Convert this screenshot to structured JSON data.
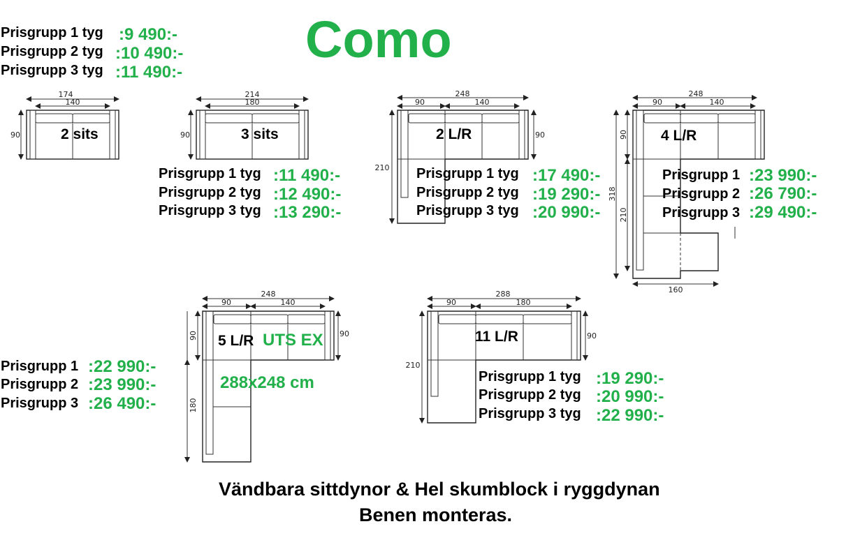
{
  "title": "Como",
  "intro_prices": {
    "rows": [
      {
        "label": "Prisgrupp 1 tyg",
        "value": ":9 490:-"
      },
      {
        "label": "Prisgrupp 2 tyg",
        "value": ":10 490:-"
      },
      {
        "label": "Prisgrupp 3 tyg",
        "value": ":11 490:-"
      }
    ]
  },
  "models": {
    "sits2": {
      "name": "2 sits",
      "dims": {
        "total_width": "174",
        "seat_width": "140",
        "depth": "90"
      }
    },
    "sits3": {
      "name": "3 sits",
      "dims": {
        "total_width": "214",
        "seat_width": "180",
        "depth": "90"
      },
      "prices": [
        {
          "label": "Prisgrupp 1 tyg",
          "value": ":11 490:-"
        },
        {
          "label": "Prisgrupp 2 tyg",
          "value": ":12 490:-"
        },
        {
          "label": "Prisgrupp 3 tyg",
          "value": ":13 290:-"
        }
      ]
    },
    "lr2": {
      "name": "2 L/R",
      "dims": {
        "total_width": "248",
        "corner_width": "90",
        "seat_width": "140",
        "depth": "90",
        "length": "210"
      },
      "prices": [
        {
          "label": "Prisgrupp 1 tyg",
          "value": ":17 490:-"
        },
        {
          "label": "Prisgrupp 2 tyg",
          "value": ":19 290:-"
        },
        {
          "label": "Prisgrupp 3 tyg",
          "value": ":20 990:-"
        }
      ]
    },
    "lr4": {
      "name": "4 L/R",
      "dims": {
        "total_width": "248",
        "corner_width": "90",
        "seat_width": "140",
        "depth": "90",
        "length": "210",
        "total_length": "318",
        "bottom_width": "160"
      },
      "prices": [
        {
          "label": "Prisgrupp 1",
          "value": ":23 990:-"
        },
        {
          "label": "Prisgrupp 2",
          "value": ":26 790:-"
        },
        {
          "label": "Prisgrupp 3",
          "value": ":29 490:-"
        }
      ]
    },
    "lr5": {
      "name": "5 L/R",
      "extra": "UTS EX",
      "size_note": "288x248 cm",
      "dims": {
        "total_width": "248",
        "corner_width": "90",
        "seat_width": "140",
        "depth_top": "90",
        "depth_right": "90",
        "length": "180"
      },
      "prices": [
        {
          "label": "Prisgrupp 1",
          "value": ":22 990:-"
        },
        {
          "label": "Prisgrupp 2",
          "value": ":23 990:-"
        },
        {
          "label": "Prisgrupp 3",
          "value": ":26 490:-"
        }
      ]
    },
    "lr11": {
      "name": "11 L/R",
      "dims": {
        "total_width": "288",
        "corner_width": "90",
        "seat_width": "180",
        "depth": "90",
        "length": "210"
      },
      "prices": [
        {
          "label": "Prisgrupp 1 tyg",
          "value": ":19 290:-"
        },
        {
          "label": "Prisgrupp 2 tyg",
          "value": ":20 990:-"
        },
        {
          "label": "Prisgrupp 3 tyg",
          "value": ":22 990:-"
        }
      ]
    }
  },
  "footer": {
    "line1": "Vändbara sittdynor & Hel skumblock i ryggdynan",
    "line2": "Benen monteras."
  }
}
